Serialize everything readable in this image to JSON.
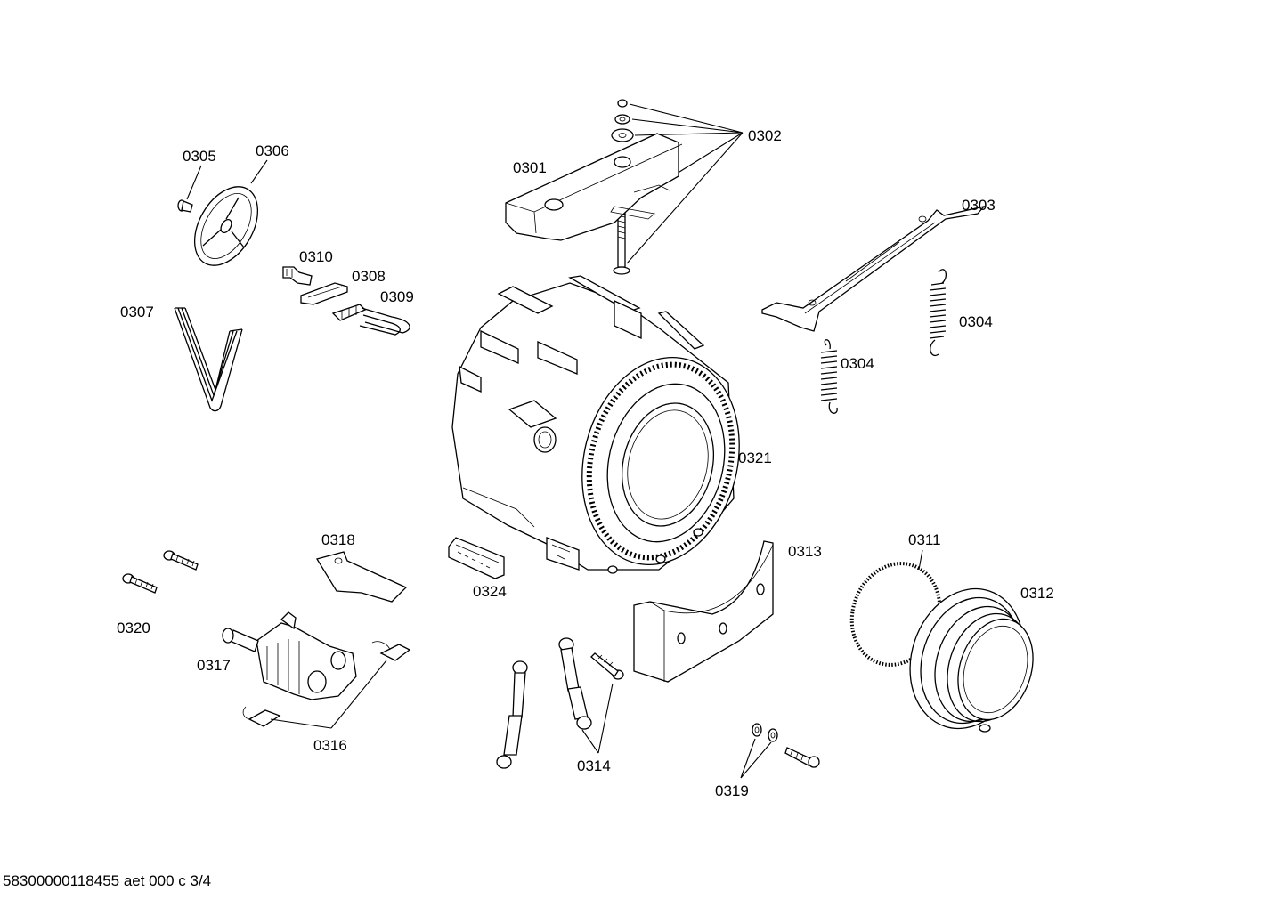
{
  "part_labels": {
    "p0301": "0301",
    "p0302": "0302",
    "p0303": "0303",
    "p0304a": "0304",
    "p0304b": "0304",
    "p0305": "0305",
    "p0306": "0306",
    "p0307": "0307",
    "p0308": "0308",
    "p0309": "0309",
    "p0310": "0310",
    "p0311": "0311",
    "p0312": "0312",
    "p0313": "0313",
    "p0314": "0314",
    "p0316": "0316",
    "p0317": "0317",
    "p0318": "0318",
    "p0319": "0319",
    "p0320": "0320",
    "p0321": "0321",
    "p0324": "0324"
  },
  "footer": {
    "text": "58300000118455 aet 000 c 3/4"
  }
}
